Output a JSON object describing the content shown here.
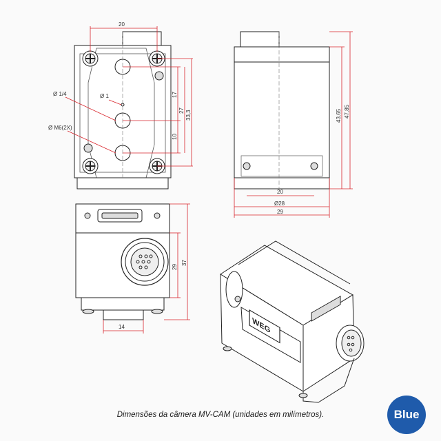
{
  "caption": "Dimensões da câmera MV-CAM (unidades em milímetros).",
  "badge": "Blue",
  "dimensions": {
    "top_width": "20",
    "hole_dia": "Ø 1/4",
    "pin_dia": "Ø 1",
    "mount_holes": "Ø M6(2X)",
    "d17": "17",
    "d27": "27",
    "d33": "33,3",
    "d10": "10",
    "side_20": "20",
    "side_28": "Ø28",
    "side_29": "29",
    "side_43": "43,65",
    "side_47": "47,85",
    "front_29": "29",
    "front_37": "37",
    "front_14": "14"
  },
  "logo_text": "WEG",
  "colors": {
    "dimension_line": "#d8242b",
    "badge": "#1f5bab"
  }
}
